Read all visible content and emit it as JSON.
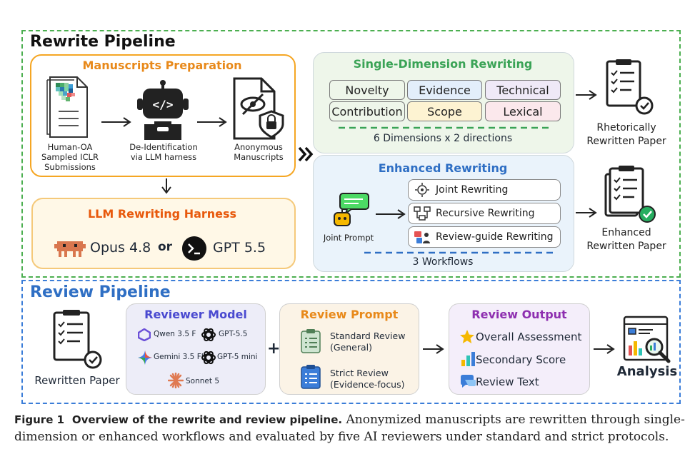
{
  "rewrite": {
    "title": "Rewrite Pipeline",
    "prep": {
      "title": "Manuscripts Preparation",
      "source": [
        "Human-OA",
        "Sampled ICLR",
        "Submissions"
      ],
      "deid": [
        "De-Identification",
        "via LLM harness"
      ],
      "anon": [
        "Anonymous",
        "Manuscripts"
      ]
    },
    "harness": {
      "title": "LLM Rewriting Harness",
      "model_a": "Opus 4.8",
      "or": "or",
      "model_b": "GPT 5.5"
    },
    "single": {
      "title": "Single-Dimension Rewriting",
      "dims": [
        "Novelty",
        "Evidence",
        "Technical",
        "Contribution",
        "Scope",
        "Lexical"
      ],
      "dim_colors": [
        "#ffffff",
        "#e3eefb",
        "#efe9f7",
        "#ffffff",
        "#fdf3d2",
        "#fbe8ec"
      ],
      "note": "6 Dimensions x 2 directions",
      "output": [
        "Rhetorically",
        "Rewritten Paper"
      ]
    },
    "enhanced": {
      "title": "Enhanced Rewriting",
      "prompt": "Joint Prompt",
      "workflows": [
        "Joint Rewriting",
        "Recursive Rewriting",
        "Review-guide Rewriting"
      ],
      "note": "3 Workflows",
      "output": [
        "Enhanced",
        "Rewritten Paper"
      ]
    }
  },
  "review": {
    "title": "Review Pipeline",
    "input": "Rewritten Paper",
    "model": {
      "title": "Reviewer Model",
      "models": [
        "Qwen 3.5 F",
        "GPT-5.5",
        "Gemini 3.5 FL",
        "GPT-5 mini",
        "Sonnet 5"
      ]
    },
    "plus": "+",
    "prompt": {
      "title": "Review Prompt",
      "standard": [
        "Standard Review",
        "(General)"
      ],
      "strict": [
        "Strict Review",
        "(Evidence-focus)"
      ]
    },
    "output": {
      "title": "Review Output",
      "items": [
        "Overall Assessment",
        "Secondary Score",
        "Review Text"
      ]
    },
    "analysis": "Analysis"
  },
  "caption": {
    "label": "Figure 1",
    "bold": "Overview of the rewrite and review pipeline.",
    "text": "Anonymized manuscripts are rewritten through single-dimension or enhanced workflows and evaluated by five AI reviewers under standard and strict protocols."
  },
  "colors": {
    "green_frame": "#4caf50",
    "blue_frame": "#3b7dd8",
    "orange": "#f5a623",
    "orange_title": "#e8891a",
    "green_title": "#3aa356",
    "blue_title": "#2f6fc4",
    "harness_title": "#e8590c",
    "model_title": "#4a4ad0",
    "prompt_title": "#e8891a",
    "output_title": "#8e2fb0"
  }
}
